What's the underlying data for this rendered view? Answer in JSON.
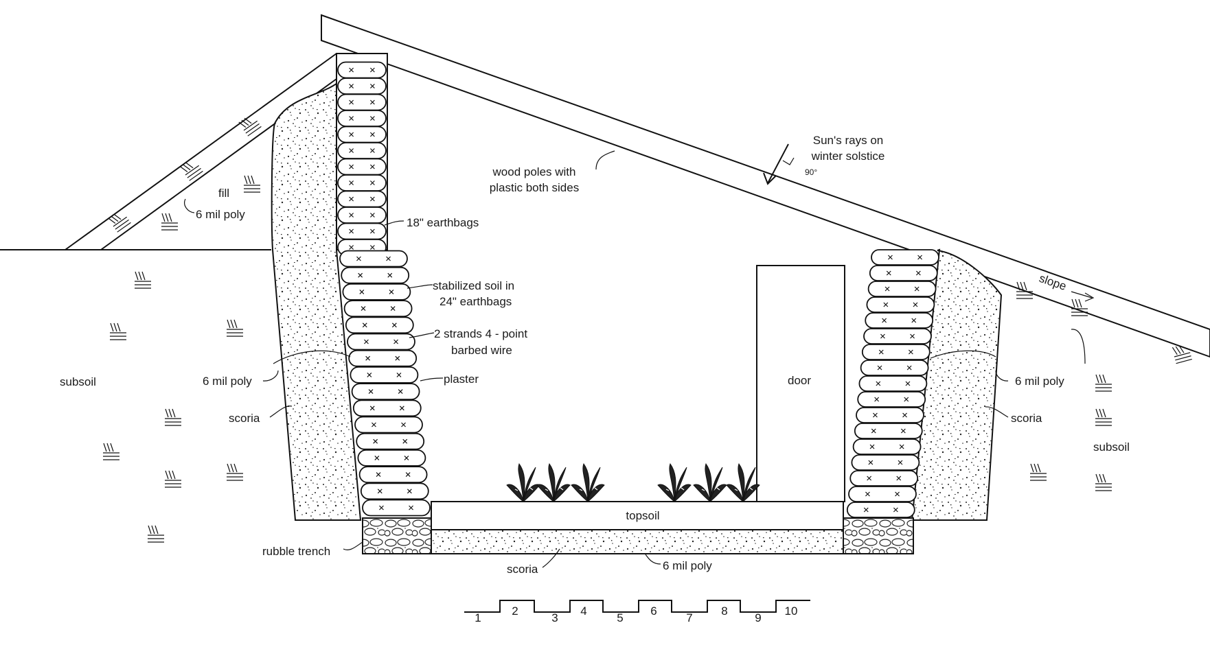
{
  "labels": {
    "sun_rays": [
      "Sun's rays on",
      "winter solstice"
    ],
    "angle": "90°",
    "wood_poles": [
      "wood poles with",
      "plastic both sides"
    ],
    "fill": "fill",
    "poly_left_top": "6 mil poly",
    "earthbags_18": "18\" earthbags",
    "stabilized_soil": [
      "stabilized soil in",
      "24\" earthbags"
    ],
    "barbed_wire": [
      "2 strands 4 - point",
      "barbed wire"
    ],
    "plaster": "plaster",
    "subsoil_left": "subsoil",
    "poly_left": "6 mil poly",
    "scoria_left": "scoria",
    "rubble_trench": "rubble trench",
    "scoria_floor": "scoria",
    "poly_floor": "6 mil poly",
    "topsoil": "topsoil",
    "door": "door",
    "slope": "slope",
    "poly_right": "6 mil poly",
    "scoria_right": "scoria",
    "subsoil_right": "subsoil"
  },
  "scale": [
    "1",
    "2",
    "3",
    "4",
    "5",
    "6",
    "7",
    "8",
    "9",
    "10"
  ],
  "colors": {
    "line": "#111111",
    "background": "#ffffff",
    "fill_stipple": "#222222"
  }
}
